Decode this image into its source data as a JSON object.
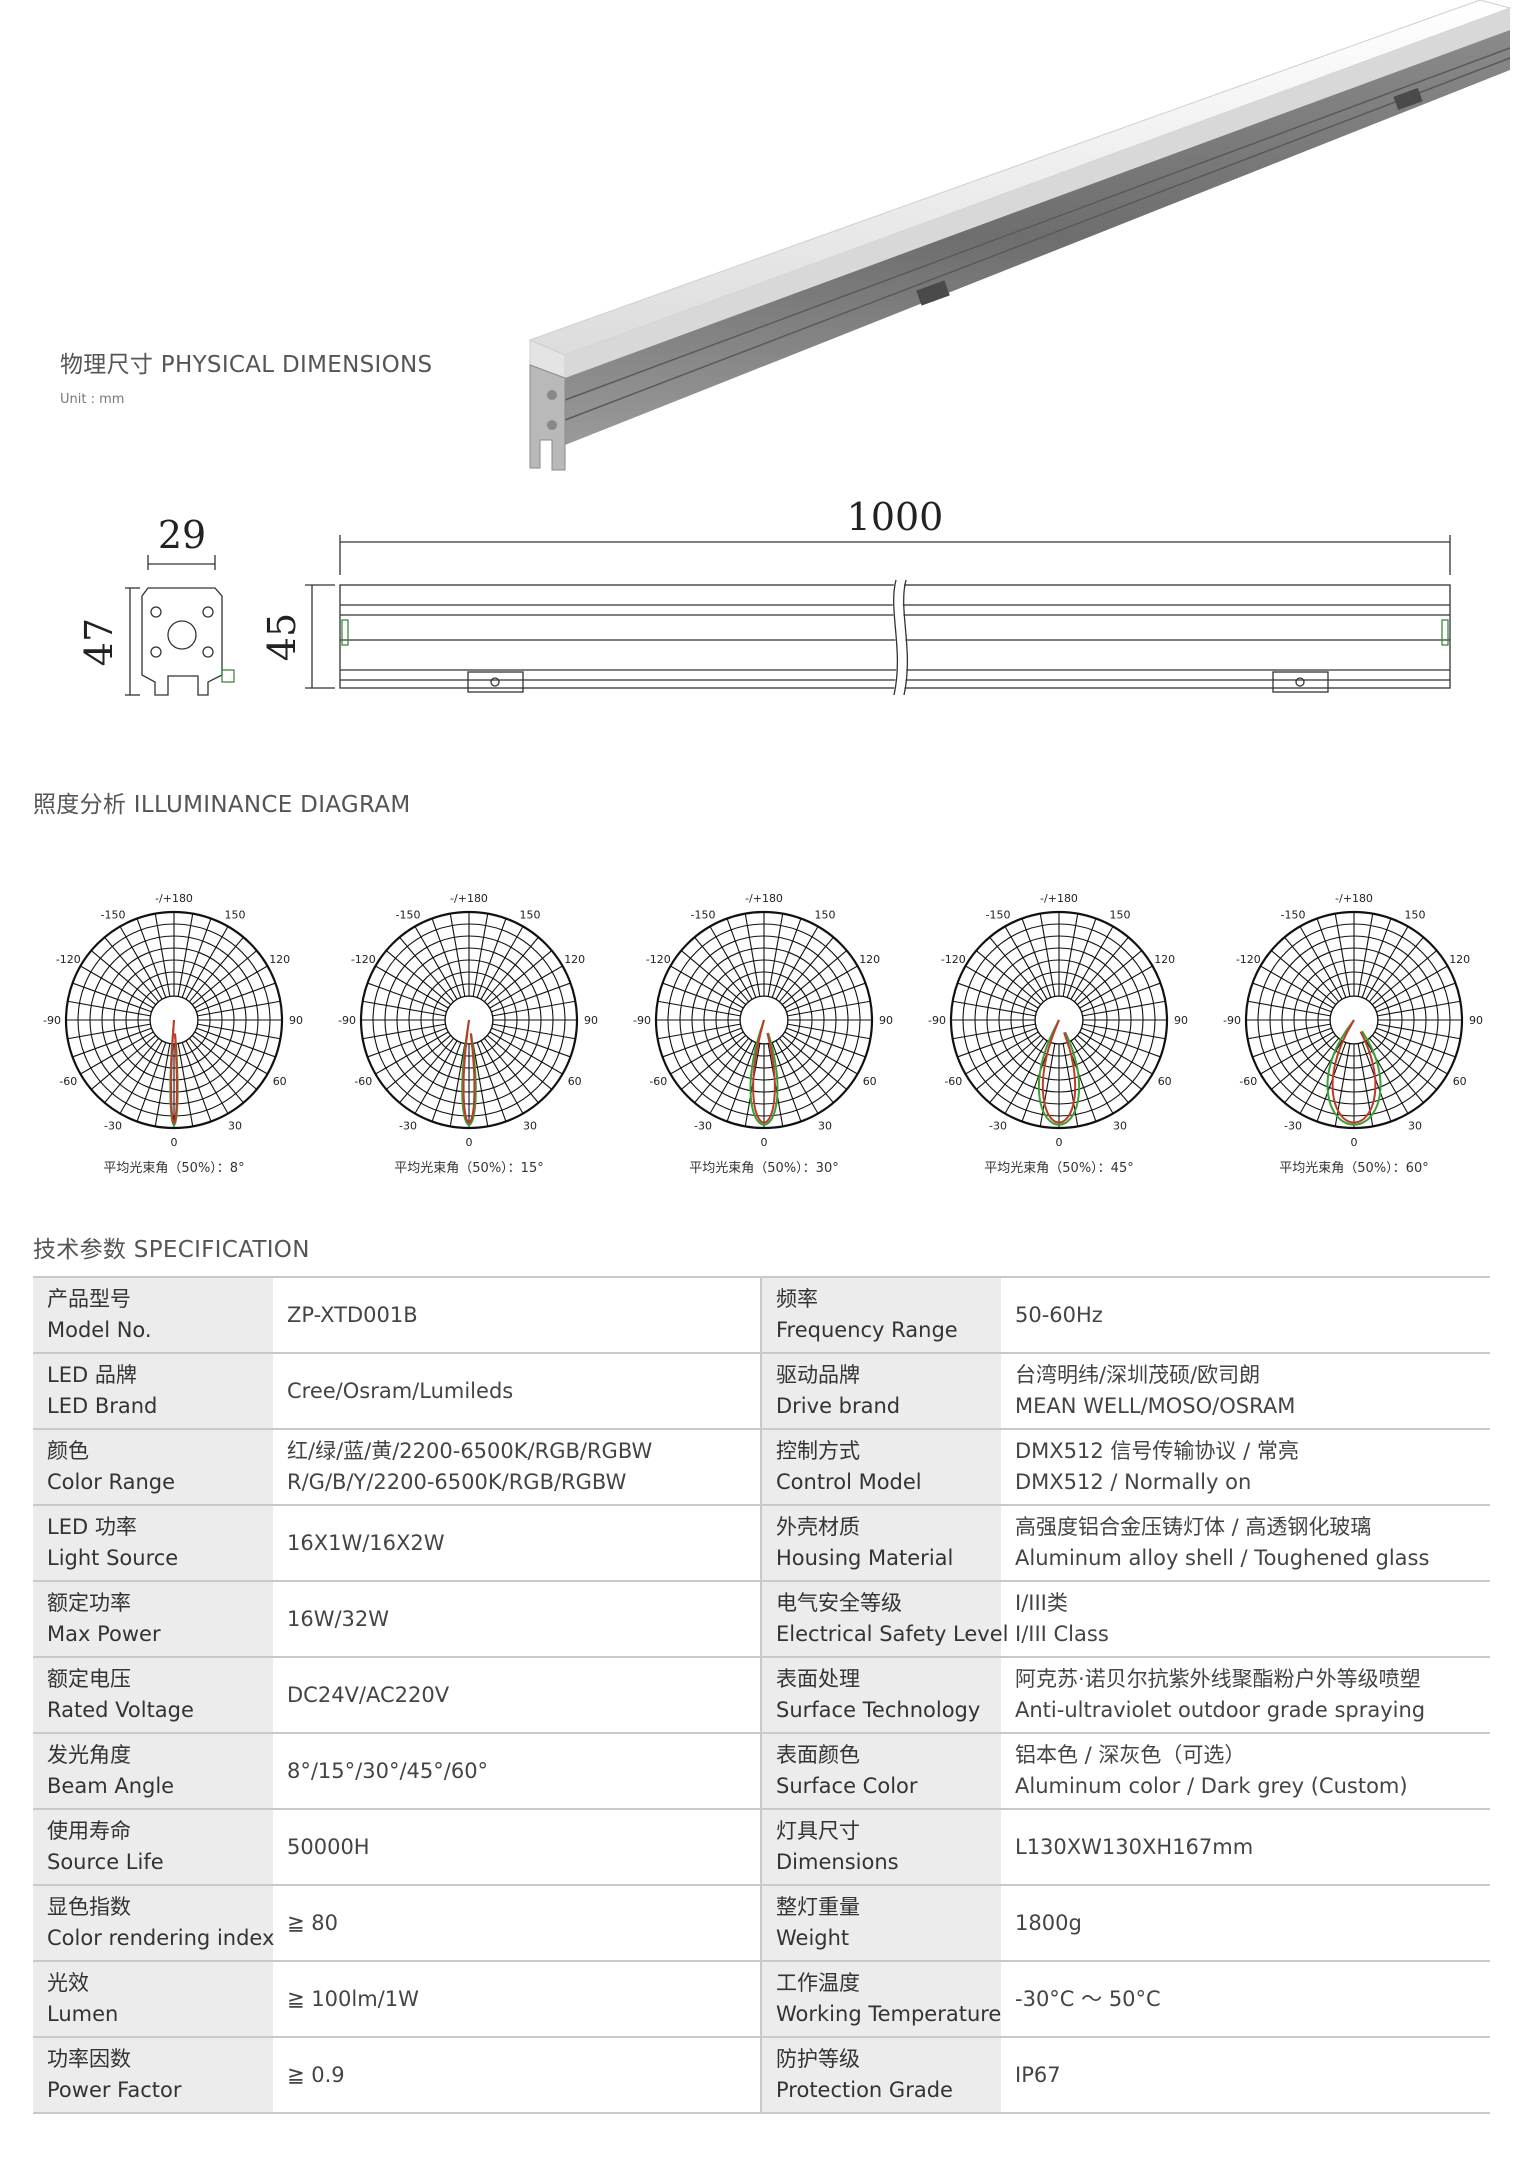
{
  "physical": {
    "title": "物理尺寸 PHYSICAL DIMENSIONS",
    "unit": "Unit : mm",
    "dims": {
      "width": "29",
      "height_end": "47",
      "height_side": "45",
      "length": "1000"
    }
  },
  "illuminance": {
    "title": "照度分析 ILLUMINANCE DIAGRAM",
    "angle_labels": {
      "top": "-/+180",
      "n150": "-150",
      "p150": "150",
      "n120": "-120",
      "p120": "120",
      "n90": "-90",
      "p90": "90",
      "n60": "-60",
      "p60": "60",
      "n30": "-30",
      "p30": "30",
      "zero": "0"
    },
    "diagrams": [
      {
        "caption": "平均光束角（50%）：8°",
        "beam_angle": 8
      },
      {
        "caption": "平均光束角（50%）：15°",
        "beam_angle": 15
      },
      {
        "caption": "平均光束角（50%）：30°",
        "beam_angle": 30
      },
      {
        "caption": "平均光束角（50%）：45°",
        "beam_angle": 45
      },
      {
        "caption": "平均光束角（50%）：60°",
        "beam_angle": 60
      }
    ],
    "colors": {
      "red": "#c0392b",
      "green": "#3aa035"
    }
  },
  "spec": {
    "title": "技术参数 SPECIFICATION",
    "rows": [
      {
        "l1": [
          "产品型号",
          "Model No."
        ],
        "v1": [
          "ZP-XTD001B"
        ],
        "l2": [
          "频率",
          "Frequency Range"
        ],
        "v2": [
          "50-60Hz"
        ]
      },
      {
        "l1": [
          "LED 品牌",
          "LED Brand"
        ],
        "v1": [
          "Cree/Osram/Lumileds"
        ],
        "l2": [
          "驱动品牌",
          "Drive brand"
        ],
        "v2": [
          "台湾明纬/深圳茂硕/欧司朗",
          "MEAN WELL/MOSO/OSRAM"
        ]
      },
      {
        "l1": [
          "颜色",
          "Color Range"
        ],
        "v1": [
          "红/绿/蓝/黄/2200-6500K/RGB/RGBW",
          "R/G/B/Y/2200-6500K/RGB/RGBW"
        ],
        "l2": [
          "控制方式",
          "Control Model"
        ],
        "v2": [
          "DMX512 信号传输协议 / 常亮",
          "DMX512 / Normally on"
        ]
      },
      {
        "l1": [
          "LED 功率",
          "Light Source"
        ],
        "v1": [
          "16X1W/16X2W"
        ],
        "l2": [
          "外壳材质",
          "Housing Material"
        ],
        "v2": [
          "高强度铝合金压铸灯体 / 高透钢化玻璃",
          "Aluminum alloy shell / Toughened glass"
        ]
      },
      {
        "l1": [
          "额定功率",
          "Max Power"
        ],
        "v1": [
          "16W/32W"
        ],
        "l2": [
          "电气安全等级",
          "Electrical Safety Level"
        ],
        "v2": [
          "Ⅰ/III类",
          "Ⅰ/III Class"
        ]
      },
      {
        "l1": [
          "额定电压",
          "Rated Voltage"
        ],
        "v1": [
          "DC24V/AC220V"
        ],
        "l2": [
          "表面处理",
          "Surface Technology"
        ],
        "v2": [
          "阿克苏·诺贝尔抗紫外线聚酯粉户外等级喷塑",
          "Anti-ultraviolet outdoor grade spraying"
        ]
      },
      {
        "l1": [
          "发光角度",
          "Beam Angle"
        ],
        "v1": [
          "8°/15°/30°/45°/60°"
        ],
        "l2": [
          "表面颜色",
          "Surface Color"
        ],
        "v2": [
          "铝本色 / 深灰色（可选）",
          "Aluminum color / Dark grey (Custom)"
        ]
      },
      {
        "l1": [
          "使用寿命",
          "Source Life"
        ],
        "v1": [
          "50000H"
        ],
        "l2": [
          "灯具尺寸",
          "Dimensions"
        ],
        "v2": [
          "L130XW130XH167mm"
        ]
      },
      {
        "l1": [
          "显色指数",
          "Color rendering index"
        ],
        "v1": [
          "≧ 80"
        ],
        "l2": [
          "整灯重量",
          "Weight"
        ],
        "v2": [
          "1800g"
        ]
      },
      {
        "l1": [
          "光效",
          "Lumen"
        ],
        "v1": [
          "≧ 100lm/1W"
        ],
        "l2": [
          "工作温度",
          "Working Temperature"
        ],
        "v2": [
          "-30°C ～ 50°C"
        ]
      },
      {
        "l1": [
          "功率因数",
          "Power Factor"
        ],
        "v1": [
          "≧ 0.9"
        ],
        "l2": [
          "防护等级",
          "Protection Grade"
        ],
        "v2": [
          "IP67"
        ]
      }
    ]
  }
}
